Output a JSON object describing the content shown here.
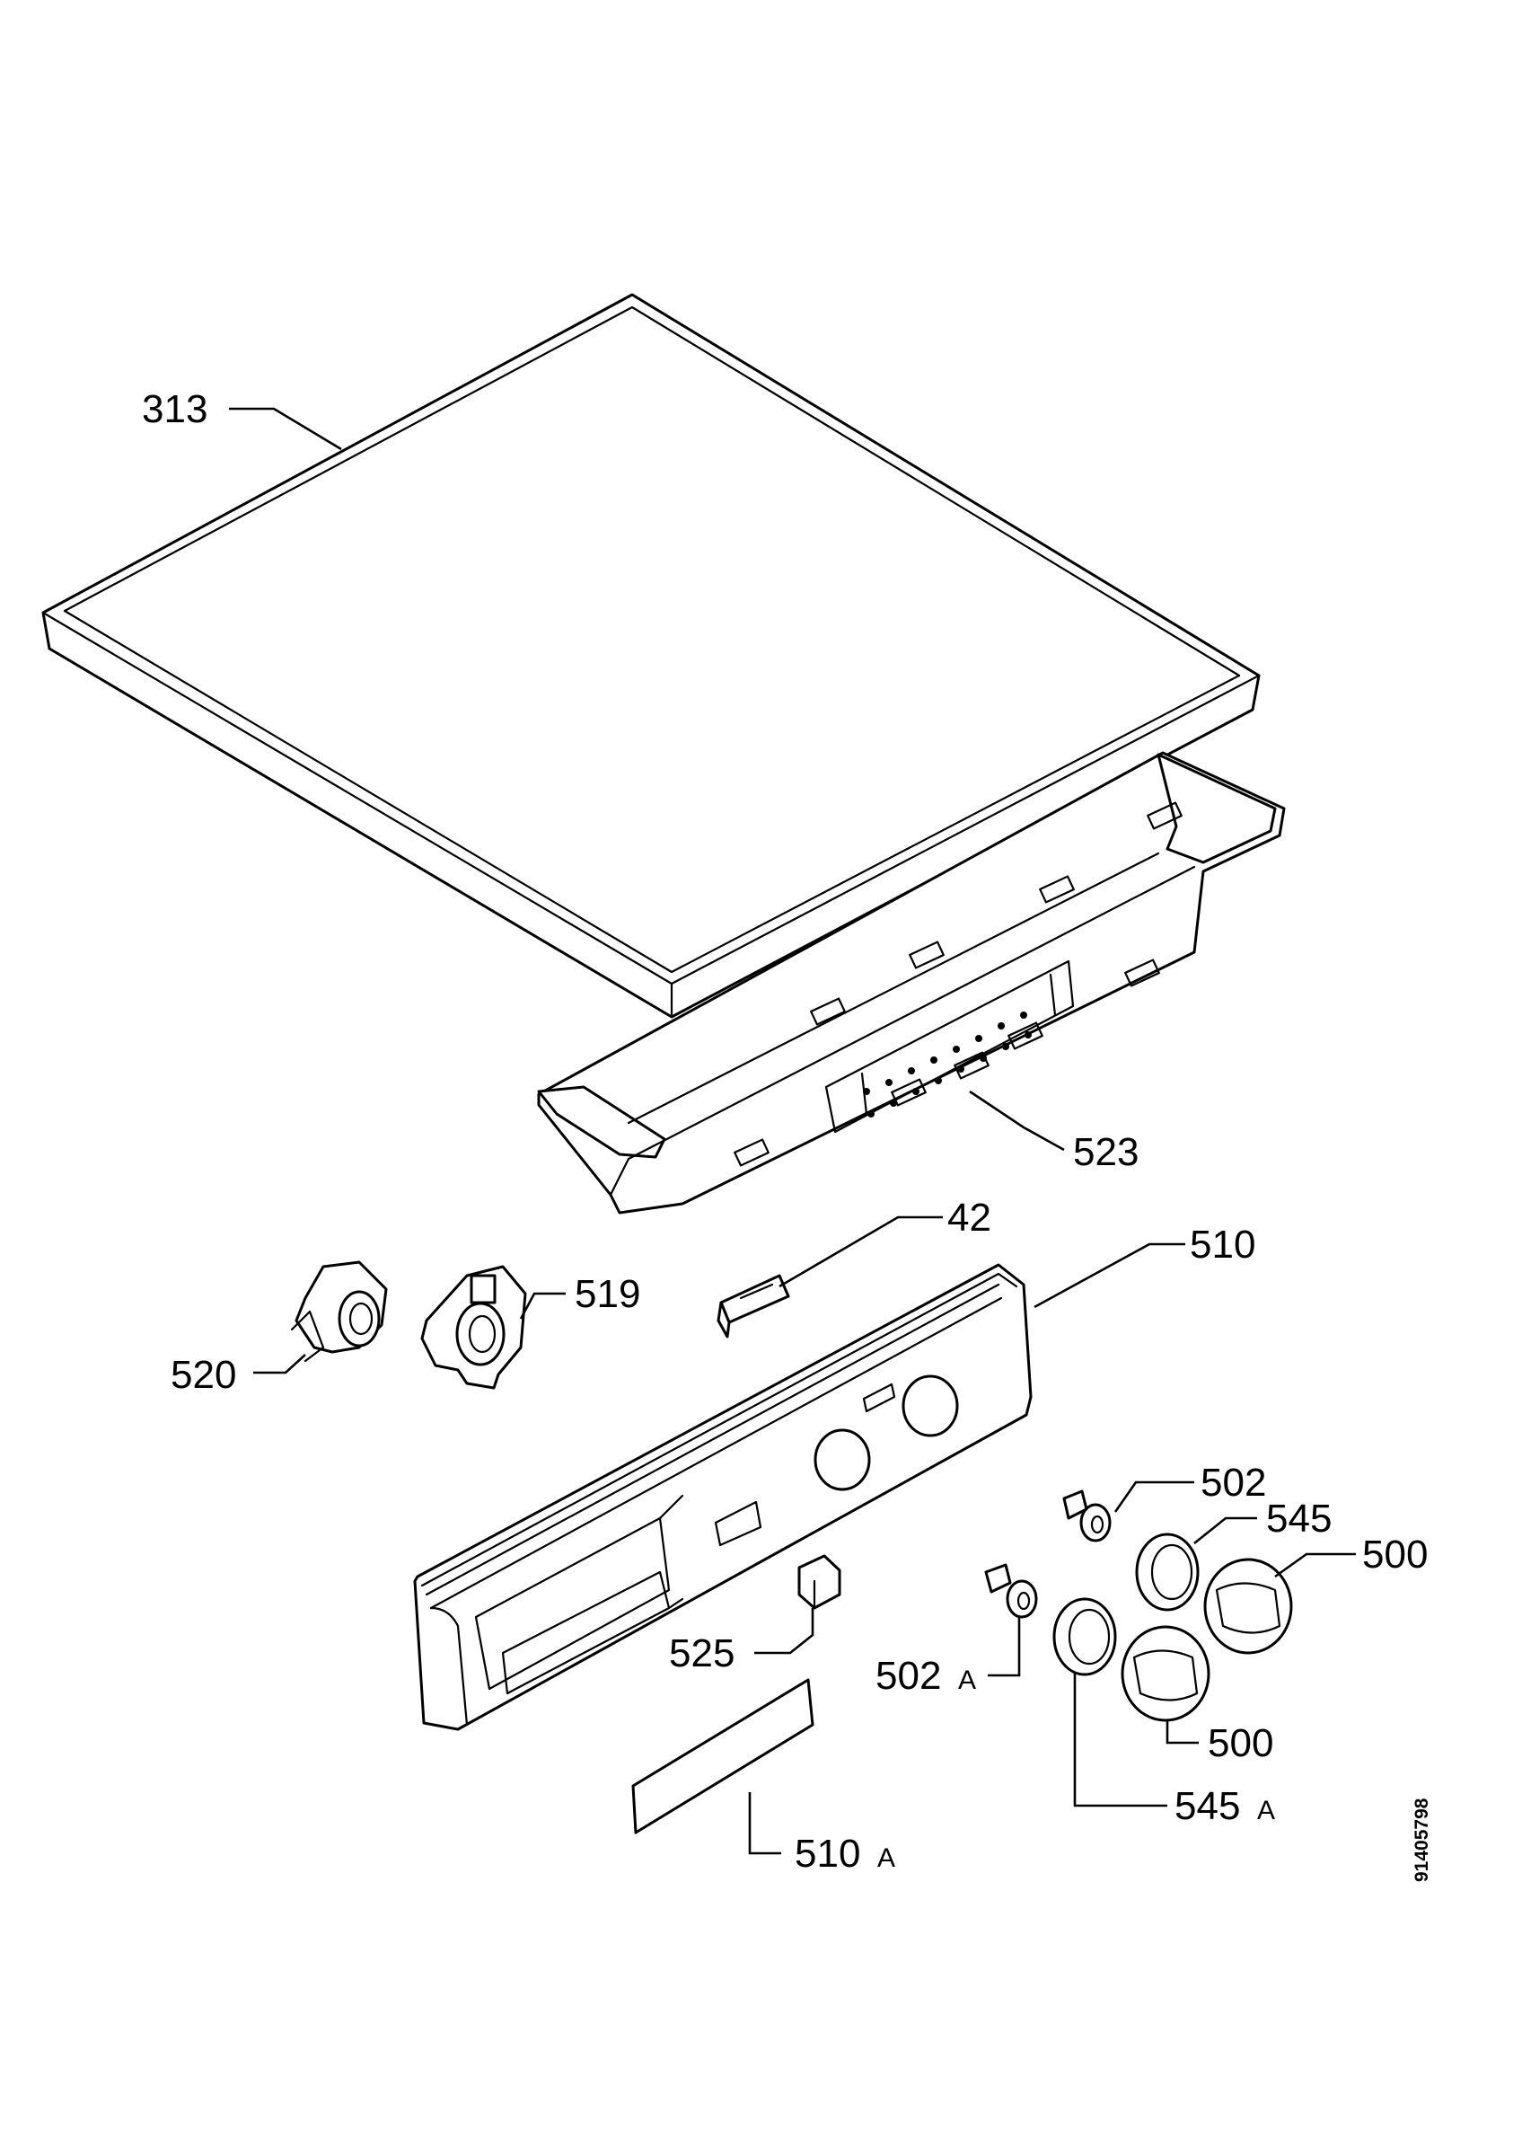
{
  "diagram": {
    "labels": {
      "lid": "313",
      "rail": "523",
      "switch_clip": "42",
      "panel": "510",
      "holder_519": "519",
      "holder_520": "520",
      "shaft_upper": "502",
      "shaft_lower": "502",
      "shaft_lower_suffix": "A",
      "bezel_upper": "545",
      "bezel_lower": "545",
      "bezel_lower_suffix": "A",
      "knob_upper": "500",
      "knob_lower": "500",
      "button": "525",
      "plate": "510",
      "plate_suffix": "A"
    },
    "document_number": "91405798"
  }
}
